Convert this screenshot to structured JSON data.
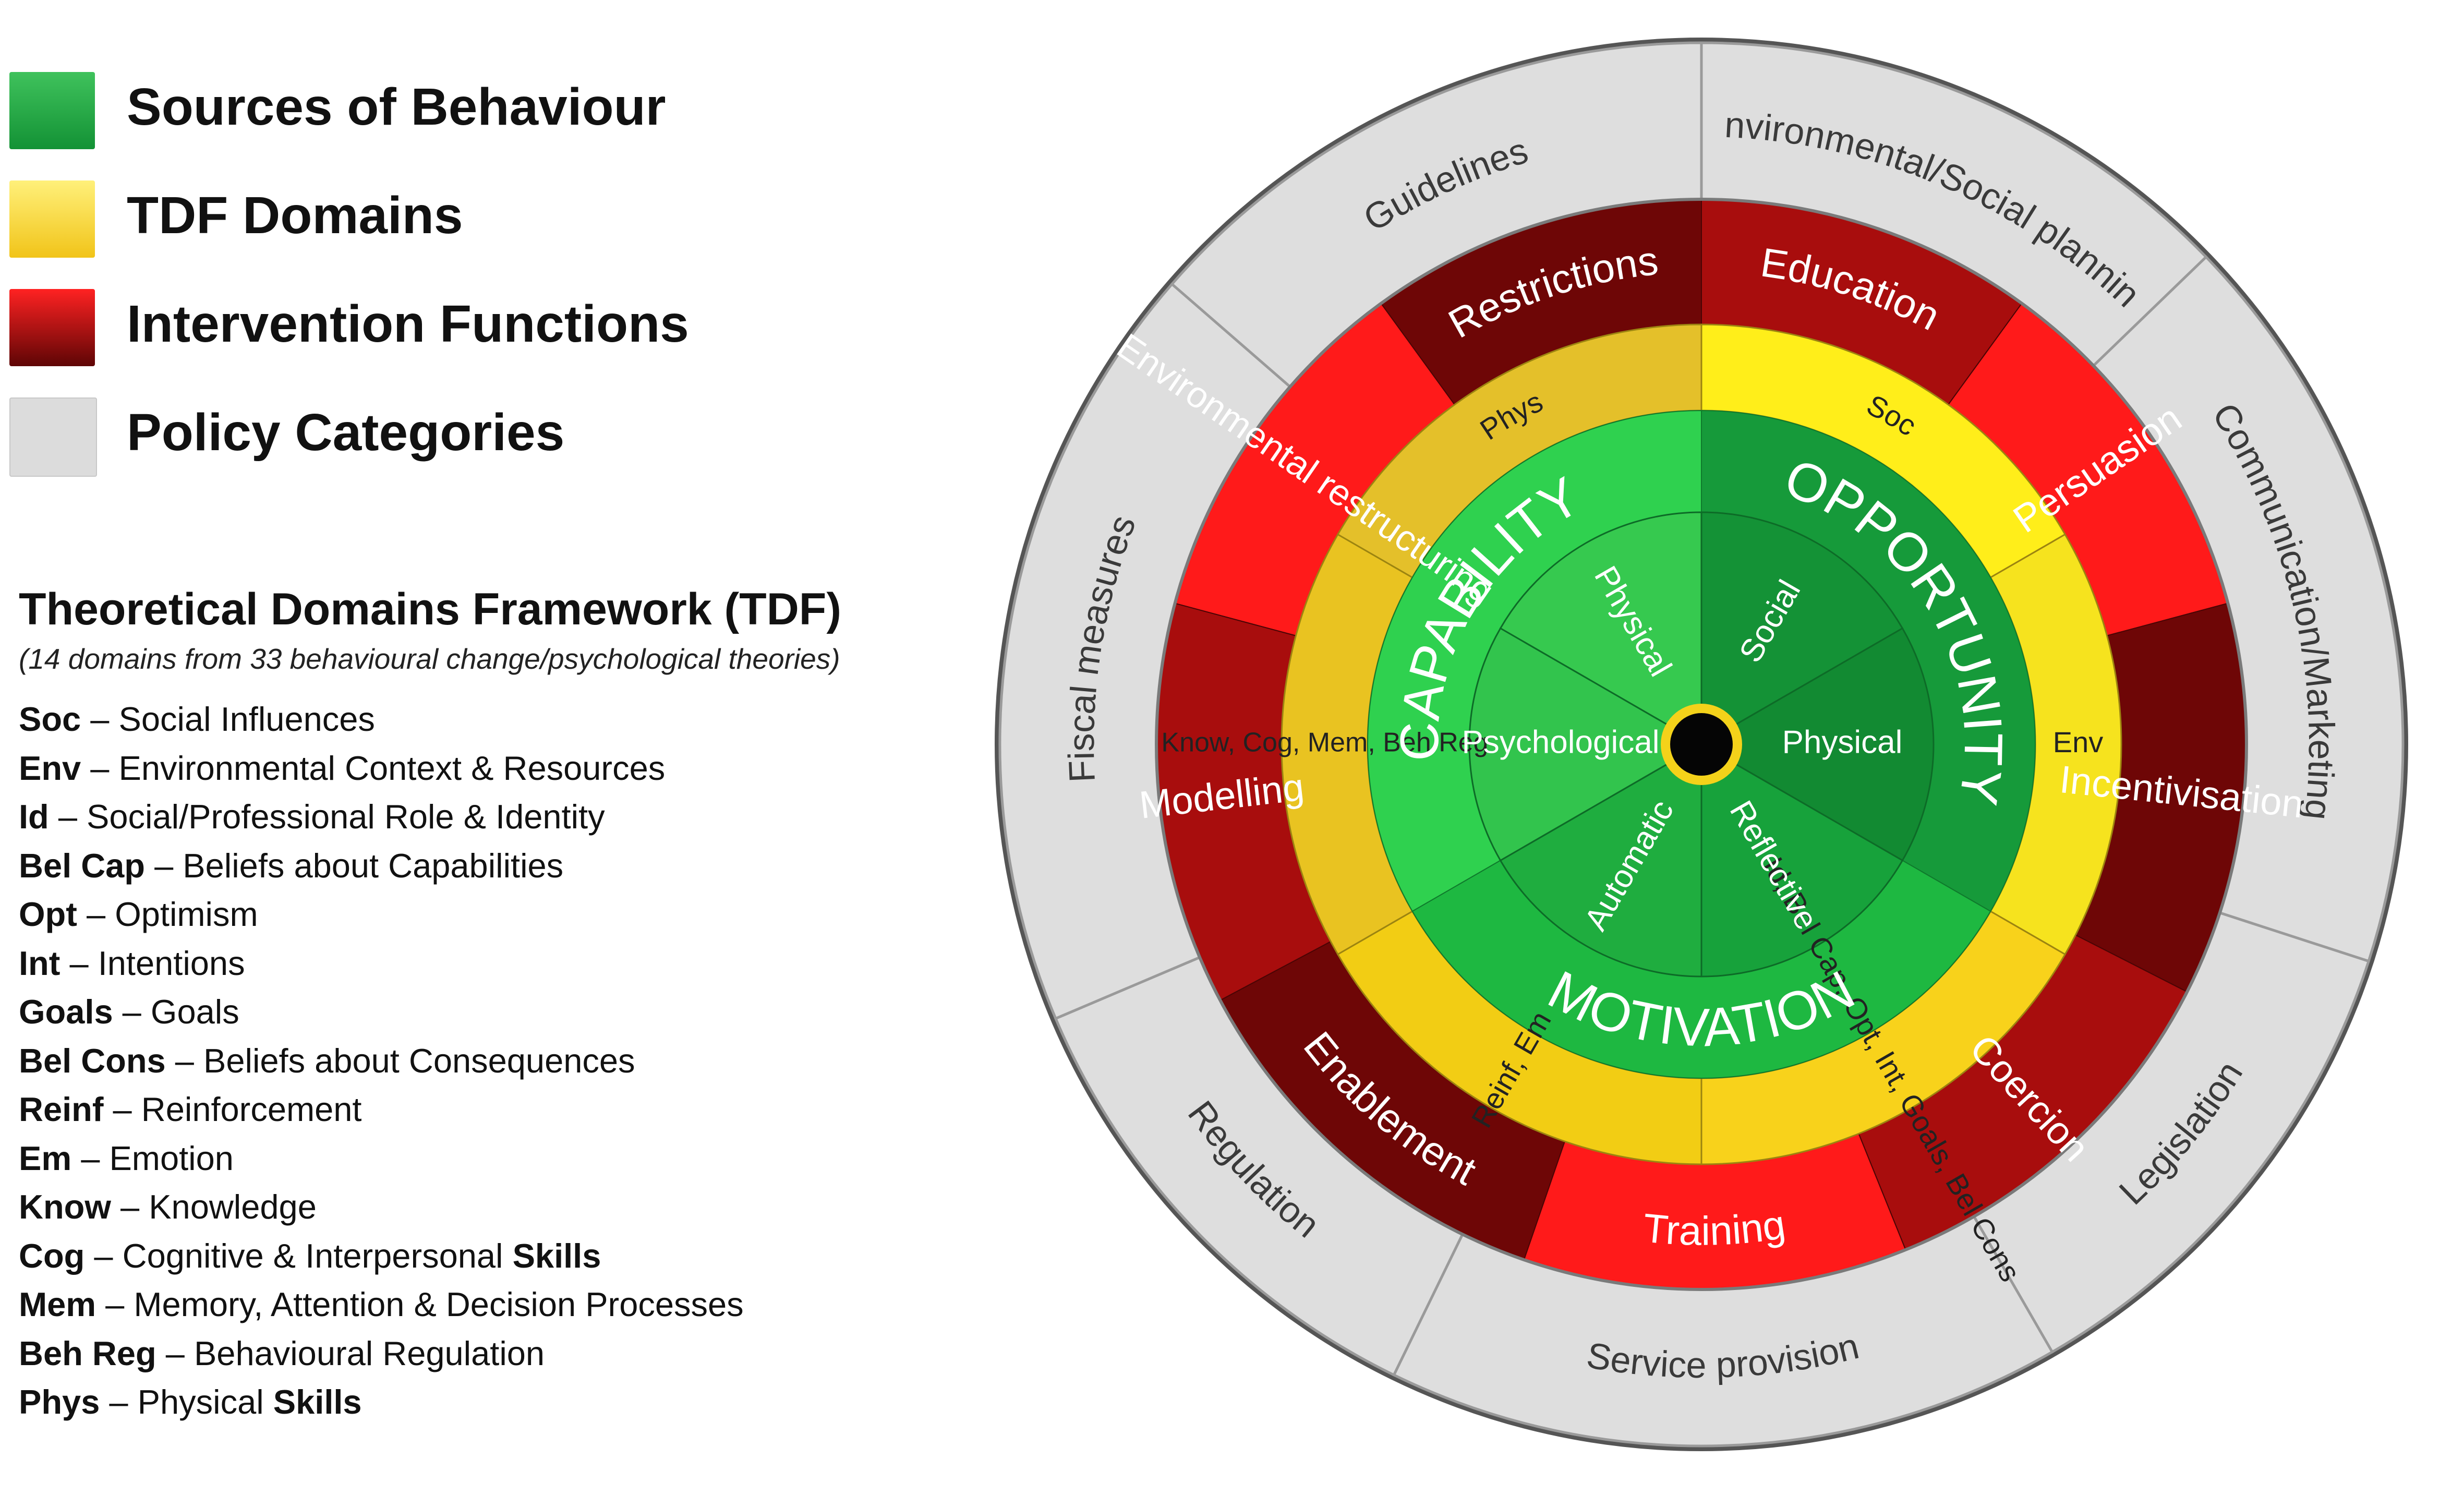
{
  "legend": [
    {
      "label": "Sources of Behaviour",
      "color": "#1aa33f"
    },
    {
      "label": "TDF Domains",
      "color": "#f4d21a"
    },
    {
      "label": "Intervention Functions",
      "color": "#c40f0f"
    },
    {
      "label": "Policy Categories",
      "color": "#dadada"
    }
  ],
  "tdf": {
    "title": "Theoretical Domains Framework (TDF)",
    "subtitle": "(14 domains from 33 behavioural change/psychological theories)",
    "items": [
      {
        "abbr": "Soc",
        "sep": " – ",
        "desc": "Social Influences",
        "strong": ""
      },
      {
        "abbr": "Env",
        "sep": " – ",
        "desc": "Environmental Context & Resources",
        "strong": ""
      },
      {
        "abbr": "Id",
        "sep": " – ",
        "desc": "Social/Professional Role & Identity",
        "strong": ""
      },
      {
        "abbr": "Bel Cap",
        "sep": " – ",
        "desc": "Beliefs about Capabilities",
        "strong": ""
      },
      {
        "abbr": "Opt",
        "sep": " – ",
        "desc": "Optimism",
        "strong": ""
      },
      {
        "abbr": "Int",
        "sep": " – ",
        "desc": "Intentions",
        "strong": ""
      },
      {
        "abbr": "Goals",
        "sep": " – ",
        "desc": "Goals",
        "strong": ""
      },
      {
        "abbr": "Bel Cons",
        "sep": " – ",
        "desc": "Beliefs about Consequences",
        "strong": ""
      },
      {
        "abbr": "Reinf",
        "sep": " – ",
        "desc": "Reinforcement",
        "strong": ""
      },
      {
        "abbr": "Em",
        "sep": " – ",
        "desc": "Emotion",
        "strong": ""
      },
      {
        "abbr": "Know",
        "sep": " – ",
        "desc": "Knowledge",
        "strong": ""
      },
      {
        "abbr": "Cog",
        "sep": " – ",
        "desc": "Cognitive & Interpersonal ",
        "strong": "Skills"
      },
      {
        "abbr": "Mem",
        "sep": " – ",
        "desc": "Memory, Attention & Decision Processes",
        "strong": ""
      },
      {
        "abbr": "Beh Reg",
        "sep": " – ",
        "desc": "Behavioural Regulation",
        "strong": ""
      },
      {
        "abbr": "Phys",
        "sep": " – ",
        "desc": "Physical ",
        "strong": "Skills"
      }
    ]
  },
  "wheel": {
    "policy": [
      {
        "label": "Environmental/Social planning",
        "a1": 0,
        "a2": 46
      },
      {
        "label": "Communication/Marketing",
        "a1": 46,
        "a2": 108
      },
      {
        "label": "Legislation",
        "a1": 108,
        "a2": 150
      },
      {
        "label": "Service provision",
        "a1": 150,
        "a2": 206
      },
      {
        "label": "Regulation",
        "a1": 206,
        "a2": 247
      },
      {
        "label": "Fiscal measures",
        "a1": 247,
        "a2": 311
      },
      {
        "label": "Guidelines",
        "a1": 311,
        "a2": 360
      }
    ],
    "functions": [
      {
        "label": "Education",
        "a1": 0,
        "a2": 36,
        "color": "#a80d0d"
      },
      {
        "label": "Persuasion",
        "a1": 36,
        "a2": 75,
        "color": "#ff1a1a"
      },
      {
        "label": "Incentivisation",
        "a1": 75,
        "a2": 117,
        "color": "#6e0606"
      },
      {
        "label": "Coercion",
        "a1": 117,
        "a2": 158,
        "color": "#a80d0d"
      },
      {
        "label": "Training",
        "a1": 158,
        "a2": 199,
        "color": "#ff1a1a"
      },
      {
        "label": "Enablement",
        "a1": 199,
        "a2": 242,
        "color": "#6e0606"
      },
      {
        "label": "Modelling",
        "a1": 242,
        "a2": 285,
        "color": "#a80d0d"
      },
      {
        "label": "Environmental restructuring",
        "a1": 285,
        "a2": 324,
        "color": "#ff1a1a"
      },
      {
        "label": "Restrictions",
        "a1": 324,
        "a2": 360,
        "color": "#6e0606"
      }
    ],
    "domains": [
      {
        "label": "Soc",
        "a1": 0,
        "a2": 60,
        "color": "#ffee1a"
      },
      {
        "label": "Env",
        "a1": 60,
        "a2": 120,
        "color": "#f6e31e"
      },
      {
        "label": "Id, Bel Cap, Opt, Int, Goals, Bel Cons",
        "a1": 120,
        "a2": 180,
        "color": "#f8d21b"
      },
      {
        "label": "Reinf, Em",
        "a1": 180,
        "a2": 240,
        "color": "#f2cd14"
      },
      {
        "label": "Know, Cog, Mem, Beh Reg",
        "a1": 240,
        "a2": 300,
        "color": "#e9c321"
      },
      {
        "label": "Phys",
        "a1": 300,
        "a2": 360,
        "color": "#e4c02a"
      }
    ],
    "sources": [
      {
        "label": "CAPABILITY",
        "a1": 240,
        "a2": 360,
        "color": "#2fd14f"
      },
      {
        "label": "OPPORTUNITY",
        "a1": 0,
        "a2": 120,
        "color": "#169a3a"
      },
      {
        "label": "MOTIVATION",
        "a1": 120,
        "a2": 240,
        "color": "#1eb841"
      }
    ],
    "components": [
      {
        "label": "Physical",
        "a1": 300,
        "a2": 360,
        "color": "#36c94f"
      },
      {
        "label": "Social",
        "a1": 0,
        "a2": 60,
        "color": "#149236"
      },
      {
        "label": "Physical",
        "a1": 60,
        "a2": 120,
        "color": "#128a32"
      },
      {
        "label": "Reflective",
        "a1": 120,
        "a2": 180,
        "color": "#17a23b"
      },
      {
        "label": "Automatic",
        "a1": 180,
        "a2": 240,
        "color": "#1fad3f"
      },
      {
        "label": "Psychological",
        "a1": 240,
        "a2": 300,
        "color": "#32c44d"
      }
    ]
  }
}
